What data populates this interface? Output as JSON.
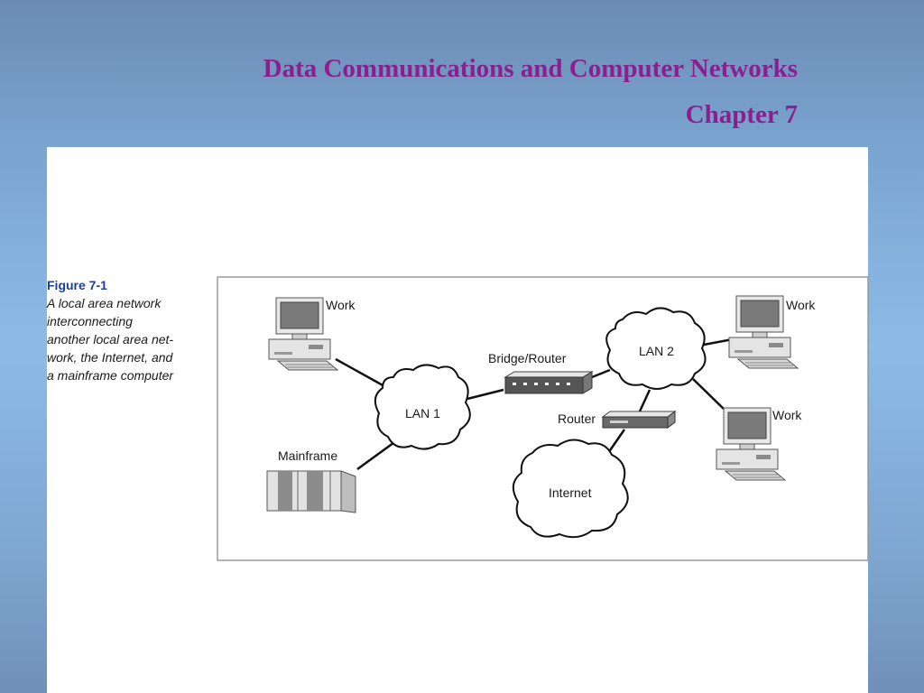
{
  "slide": {
    "title": "Data Communications and Computer Networks",
    "subtitle": "Chapter 7"
  },
  "figure": {
    "label": "Figure 7-1",
    "caption_lines": [
      "A local area network",
      "interconnecting",
      "another local area net-",
      "work, the Internet, and",
      "a mainframe computer"
    ],
    "nodes": {
      "work_1": "Work",
      "mainframe": "Mainframe",
      "lan_1": "LAN 1",
      "bridge_router": "Bridge/Router",
      "lan_2": "LAN 2",
      "router": "Router",
      "internet": "Internet",
      "work_2": "Work",
      "work_3": "Work"
    }
  },
  "colors": {
    "title": "#8b1f8e",
    "figure_label": "#1d3f8f"
  }
}
